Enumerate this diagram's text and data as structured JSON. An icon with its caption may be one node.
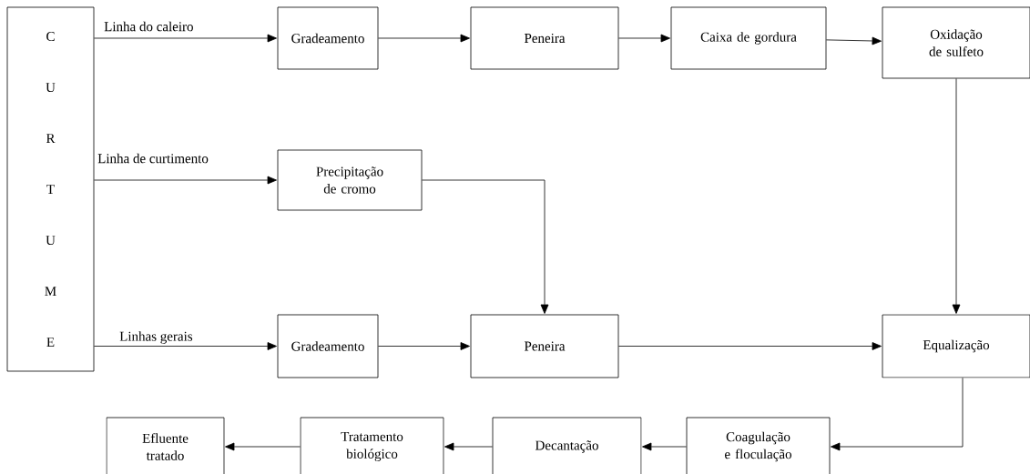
{
  "diagram": {
    "nodes": [
      {
        "text": [
          "C U R T U M E"
        ]
      },
      {
        "text": [
          "Gradeamento"
        ]
      },
      {
        "text": [
          "Peneira"
        ]
      },
      {
        "text": [
          "Caixa de gordura"
        ]
      },
      {
        "text": [
          "Oxidação de sulfeto"
        ]
      },
      {
        "text": [
          "Precipitação de cromo"
        ]
      },
      {
        "text": [
          "Gradeamento"
        ]
      },
      {
        "text": [
          "Peneira"
        ]
      },
      {
        "text": [
          "Equalização"
        ]
      },
      {
        "text": [
          "Coagulação e floculação"
        ]
      },
      {
        "text": [
          "Decantação"
        ]
      },
      {
        "text": [
          "Tratamento biológico"
        ]
      },
      {
        "text": [
          "Efluente tratado"
        ]
      }
    ],
    "edges": [
      {
        "from": 0,
        "to": 1,
        "arrow": "to",
        "label": "Linha do caleiro"
      },
      {
        "from": 1,
        "to": 2,
        "arrow": "to"
      },
      {
        "from": 2,
        "to": 3,
        "arrow": "to"
      },
      {
        "from": 3,
        "to": 4,
        "arrow": "to"
      },
      {
        "from": 0,
        "to": 5,
        "arrow": "to",
        "label": "Linha de curtimento"
      },
      {
        "from": 5,
        "to": 7,
        "arrow": "to"
      },
      {
        "from": 0,
        "to": 6,
        "arrow": "to",
        "label": "Linhas gerais"
      },
      {
        "from": 6,
        "to": 7,
        "arrow": "to"
      },
      {
        "from": 7,
        "to": 8,
        "arrow": "to"
      },
      {
        "from": 4,
        "to": 8,
        "arrow": "to"
      },
      {
        "from": 8,
        "to": 9,
        "arrow": "to"
      },
      {
        "from": 9,
        "to": 10,
        "arrow": "to"
      },
      {
        "from": 10,
        "to": 11,
        "arrow": "to"
      },
      {
        "from": 11,
        "to": 12,
        "arrow": "to"
      }
    ]
  }
}
